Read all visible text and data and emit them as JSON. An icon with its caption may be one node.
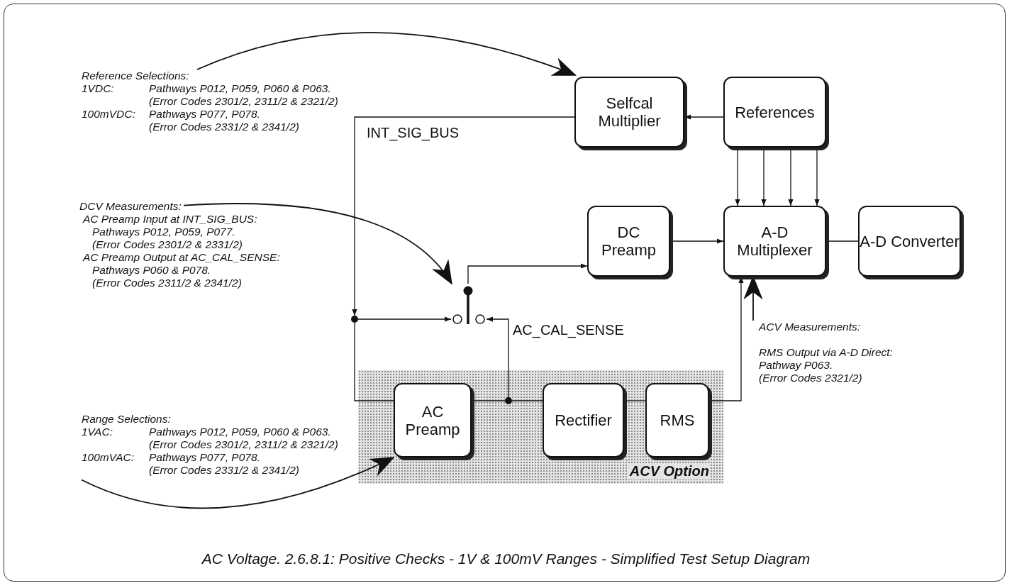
{
  "diagram": {
    "caption": "AC Voltage. 2.6.8.1: Positive Checks - 1V & 100mV  Ranges - Simplified Test Setup Diagram",
    "nodes": [
      {
        "text": [
          "Selfcal Multiplier"
        ]
      },
      {
        "text": [
          "References"
        ]
      },
      {
        "text": [
          "DC Preamp"
        ]
      },
      {
        "text": [
          "A-D Multiplexer"
        ]
      },
      {
        "text": [
          "A-D Converter"
        ]
      },
      {
        "text": [
          "ACV Option"
        ]
      },
      {
        "text": [
          "AC Preamp"
        ],
        "in": 5
      },
      {
        "text": [
          "Rectifier"
        ],
        "in": 5
      },
      {
        "text": [
          "RMS"
        ],
        "in": 5
      },
      {
        "text": [
          "Reference Selections:",
          "1VDC:",
          "Pathways P012, P059, P060 & P063.",
          "(Error Codes 2301/2, 2311/2 & 2321/2)",
          "100mVDC:",
          "Pathways P077, P078.",
          "(Error Codes 2331/2 & 2341/2)"
        ]
      },
      {
        "text": [
          "DCV Measurements:",
          "AC Preamp Input at INT_SIG_BUS:",
          "Pathways P012, P059, P077.",
          "(Error Codes 2301/2 & 2331/2)",
          "AC Preamp Output at AC_CAL_SENSE:",
          "Pathways P060 & P078.",
          "(Error Codes 2311/2 & 2341/2)"
        ]
      },
      {
        "text": [
          "Range Selections:",
          "1VAC:",
          "Pathways P012, P059, P060 & P063.",
          "(Error Codes 2301/2, 2311/2 & 2321/2)",
          "100mVAC:",
          "Pathways P077, P078.",
          "(Error Codes 2331/2 & 2341/2)"
        ]
      },
      {
        "text": [
          "ACV Measurements:",
          "RMS Output via A-D Direct:",
          "Pathway P063.",
          "(Error Codes 2321/2)"
        ]
      },
      {
        "text": [],
        "shape": "switch"
      },
      {
        "text": [],
        "shape": "circle"
      },
      {
        "text": [],
        "shape": "circle",
        "in": 5
      }
    ],
    "edges": [
      {
        "from": 1,
        "to": 0,
        "arrow": "to"
      },
      {
        "from": 0,
        "to": 14,
        "arrow": "to"
      },
      {
        "from": 14,
        "to": 13,
        "arrow": "to"
      },
      {
        "from": 14,
        "to": 6,
        "arrow": "none"
      },
      {
        "from": 6,
        "to": 15,
        "arrow": "none"
      },
      {
        "from": 15,
        "to": 7,
        "arrow": "none"
      },
      {
        "from": 15,
        "to": 13,
        "arrow": "to"
      },
      {
        "from": 7,
        "to": 8,
        "arrow": "none"
      },
      {
        "from": 8,
        "to": 3,
        "arrow": "to"
      },
      {
        "from": 13,
        "to": 2,
        "arrow": "to"
      },
      {
        "from": 2,
        "to": 3,
        "arrow": "to"
      },
      {
        "from": 3,
        "to": 4,
        "arrow": "none"
      },
      {
        "from": 1,
        "to": 3,
        "arrow": "to"
      },
      {
        "from": 1,
        "to": 3,
        "arrow": "to"
      },
      {
        "from": 1,
        "to": 3,
        "arrow": "to"
      },
      {
        "from": 1,
        "to": 3,
        "arrow": "to"
      },
      {
        "from": 9,
        "to": 0,
        "arrow": "to"
      },
      {
        "from": 10,
        "to": 13,
        "arrow": "to"
      },
      {
        "from": 11,
        "to": 6,
        "arrow": "to"
      },
      {
        "from": 12,
        "to": 3,
        "arrow": "to"
      }
    ],
    "labels": [
      "INT_SIG_BUS",
      "AC_CAL_SENSE"
    ]
  }
}
